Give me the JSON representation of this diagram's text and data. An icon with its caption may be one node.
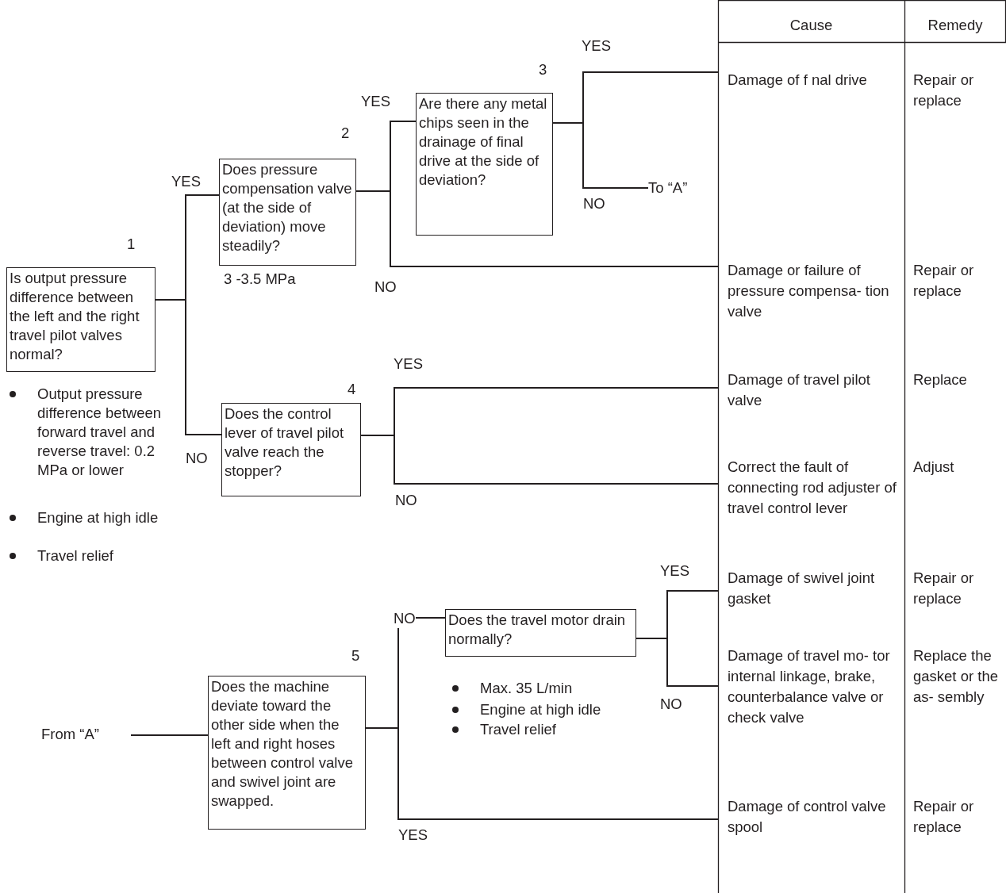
{
  "diagram": {
    "nodes": [
      {
        "text": [
          "Is output pressure difference between the left and the right travel pilot valves normal?"
        ],
        "beside": [
          "1"
        ]
      },
      {
        "text": [
          "Does pressure compensation valve (at the side of deviation) move steadily?"
        ],
        "beside": [
          "2",
          "3 -3.5 MPa"
        ]
      },
      {
        "text": [
          "Are there any metal chips seen in the drainage of final drive at the side of deviation?"
        ],
        "beside": [
          "3"
        ]
      },
      {
        "text": [
          "Does the control lever of travel pilot valve reach the stopper?"
        ],
        "beside": [
          "4"
        ]
      },
      {
        "text": [
          "To “A”"
        ]
      },
      {
        "text": [
          "From “A”"
        ]
      },
      {
        "text": [
          "Does the machine deviate toward the other side when the left and right hoses between control valve and swivel joint are swapped."
        ],
        "beside": [
          "5"
        ]
      },
      {
        "text": [
          "Does the travel motor drain normally?"
        ]
      },
      {
        "text": [
          "Damage of f nal drive",
          "Repair or replace"
        ]
      },
      {
        "text": [
          "Damage or failure of pressure compensa- tion valve",
          "Repair or replace"
        ]
      },
      {
        "text": [
          "Damage of travel pilot valve",
          "Replace"
        ]
      },
      {
        "text": [
          "Correct the fault of connecting rod adjuster of travel control lever",
          "Adjust"
        ]
      },
      {
        "text": [
          "Damage of swivel joint gasket",
          "Repair or replace"
        ]
      },
      {
        "text": [
          "Damage of travel mo- tor internal linkage, brake, counterbalance valve or check valve",
          "Replace the gasket or the as- sembly"
        ]
      },
      {
        "text": [
          "Damage of control valve spool",
          "Repair or replace"
        ]
      }
    ],
    "edges": [
      {
        "from": 0,
        "to": 1,
        "arrow": "none",
        "label": "YES"
      },
      {
        "from": 0,
        "to": 3,
        "arrow": "none",
        "label": "NO"
      },
      {
        "from": 1,
        "to": 2,
        "arrow": "none",
        "label": "YES"
      },
      {
        "from": 1,
        "to": 9,
        "arrow": "none",
        "label": "NO"
      },
      {
        "from": 2,
        "to": 8,
        "arrow": "none",
        "label": "YES"
      },
      {
        "from": 2,
        "to": 4,
        "arrow": "none",
        "label": "NO"
      },
      {
        "from": 3,
        "to": 10,
        "arrow": "none",
        "label": "YES"
      },
      {
        "from": 3,
        "to": 11,
        "arrow": "none",
        "label": "NO"
      },
      {
        "from": 5,
        "to": 6,
        "arrow": "none"
      },
      {
        "from": 6,
        "to": 7,
        "arrow": "none",
        "label": "NO"
      },
      {
        "from": 6,
        "to": 14,
        "arrow": "none",
        "label": "YES"
      },
      {
        "from": 7,
        "to": 12,
        "arrow": "none",
        "label": "YES"
      },
      {
        "from": 7,
        "to": 13,
        "arrow": "none",
        "label": "NO"
      }
    ],
    "labels": [
      "Cause",
      "Remedy",
      "Output pressure difference between forward travel and reverse travel: 0.2 MPa or lower",
      "Engine at high idle",
      "Travel relief",
      "Max. 35 L/min",
      "Engine at high idle",
      "Travel relief"
    ]
  }
}
